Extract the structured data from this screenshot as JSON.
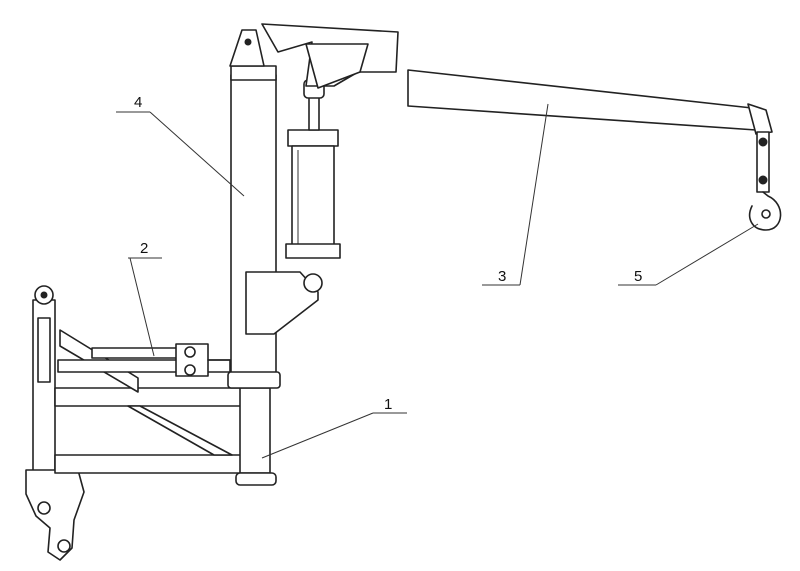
{
  "callouts": [
    {
      "id": "frame",
      "text": "1"
    },
    {
      "id": "strut",
      "text": "2"
    },
    {
      "id": "boom",
      "text": "3"
    },
    {
      "id": "column",
      "text": "4"
    },
    {
      "id": "hook",
      "text": "5"
    }
  ]
}
